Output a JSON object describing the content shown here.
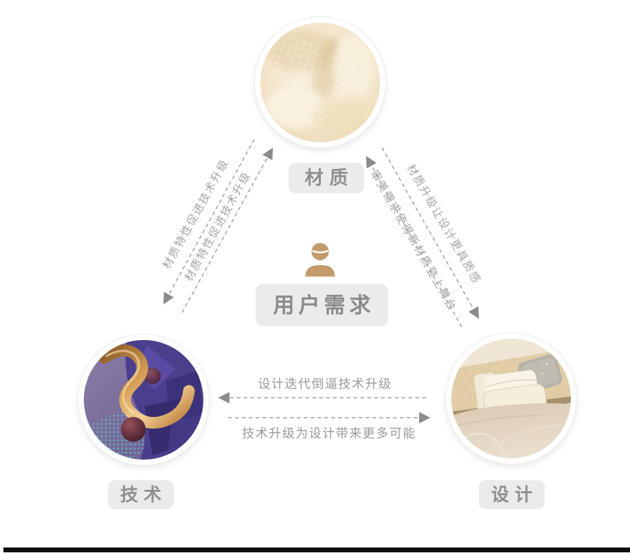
{
  "diagram": {
    "nodes": {
      "material": {
        "label": "材质"
      },
      "technology": {
        "label": "技术"
      },
      "design": {
        "label": "设计"
      },
      "user_needs": {
        "label": "用户需求"
      }
    },
    "edges": {
      "material_tech_outer": "材质特性促进技术升级",
      "material_tech_inner": "材质特性促进技术升级",
      "material_design_inner": "审美需求使得新材质登上舞台",
      "material_design_outer": "材质升级让设计更具质感",
      "design_to_tech": "设计迭代倒逼技术升级",
      "tech_to_design": "技术升级为设计带来更多可能"
    },
    "icons": {
      "person": "person-icon",
      "material_photo": "cream-mesh-fabric-photo",
      "technology_photo": "purple-gold-3d-render-photo",
      "design_photo": "bed-with-pillows-photo"
    },
    "colors": {
      "accent_tan": "#C49A6C",
      "label_bg": "#EBEBEB",
      "label_text": "#8F8F8F",
      "line_gray": "#9E9E9E",
      "footer_bar": "#0E0E0E"
    }
  }
}
